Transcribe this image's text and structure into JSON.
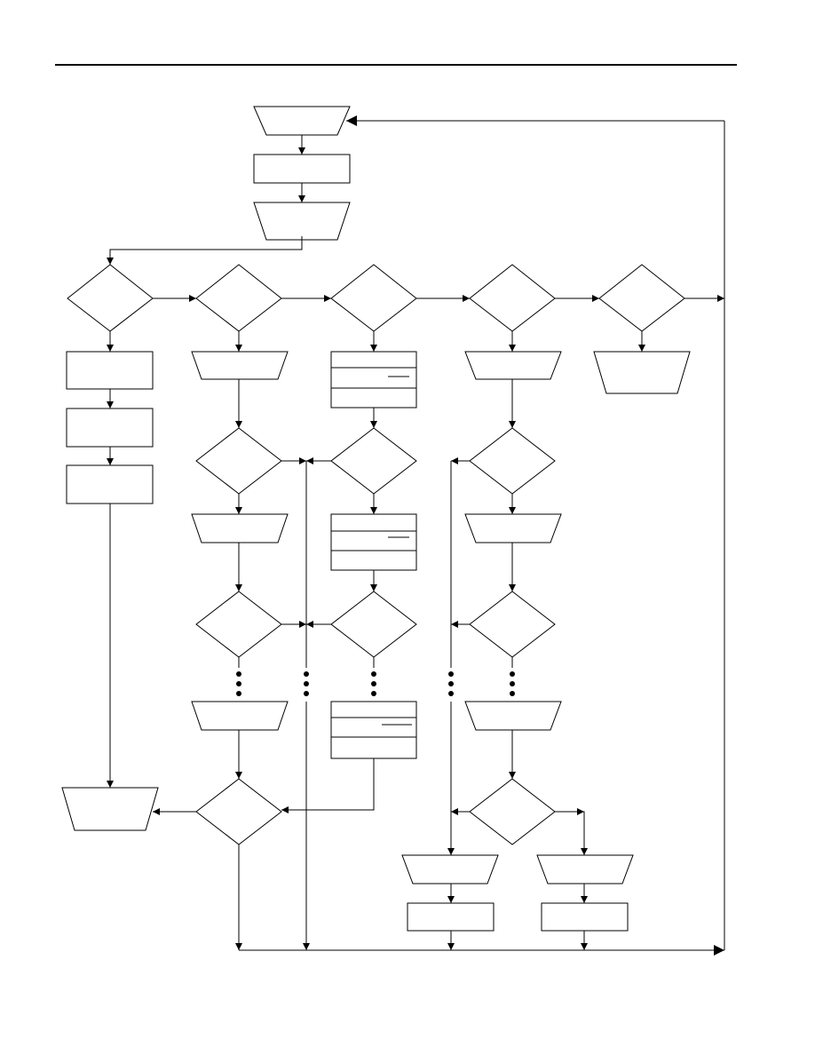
{
  "page": {
    "title": "",
    "labels": []
  },
  "diagram": {
    "type": "flowchart",
    "stroke_color": "#000000",
    "fill_color": "#ffffff",
    "shape_kinds": [
      "trapezoid-input",
      "trapezoid-output",
      "process-box",
      "decision-diamond",
      "split-process-box",
      "continuation-dots"
    ]
  }
}
